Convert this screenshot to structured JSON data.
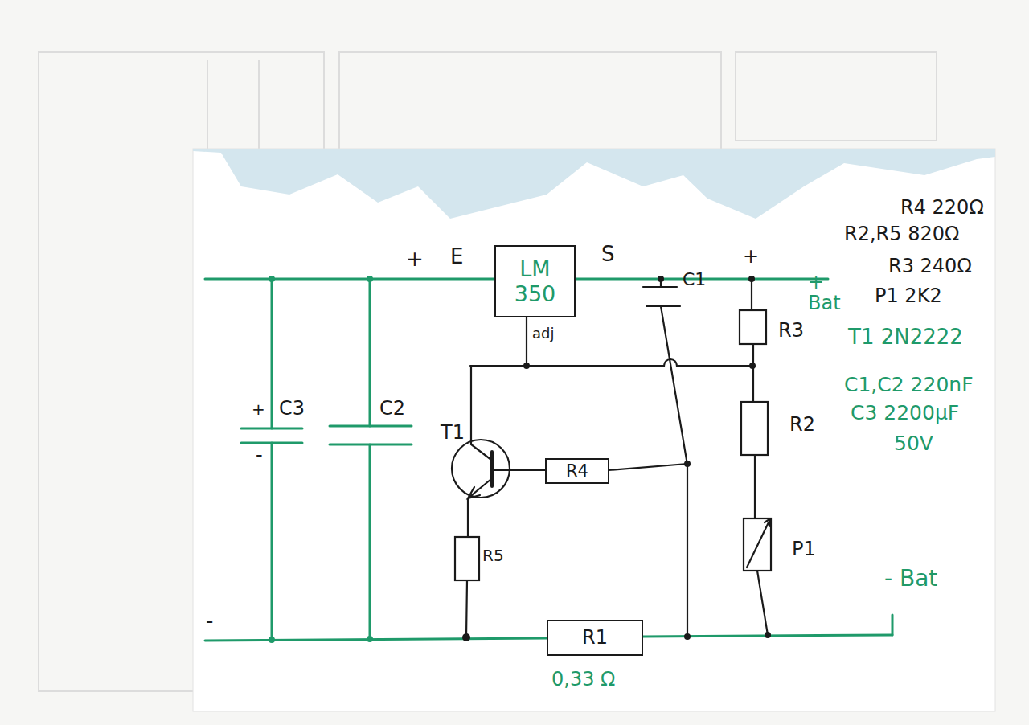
{
  "diagram": {
    "nodes": [
      {
        "text": [
          "LM 350"
        ]
      },
      {
        "text": [
          "R4"
        ]
      },
      {
        "text": [
          "R1"
        ]
      }
    ],
    "labels": [
      "+",
      "E",
      "S",
      "C1",
      "+",
      "+ Bat",
      "adj",
      "+",
      "C3",
      "-",
      "C2",
      "T1",
      "R5",
      "R3",
      "R2",
      "P1",
      "-",
      "- Bat",
      "0,33 Ω",
      "R4 220Ω",
      "R2,R5 820Ω",
      "R3 240Ω",
      "P1 2K2",
      "T1 2N2222",
      "C1,C2 220nF",
      "C3 2200µF",
      "50V"
    ]
  }
}
